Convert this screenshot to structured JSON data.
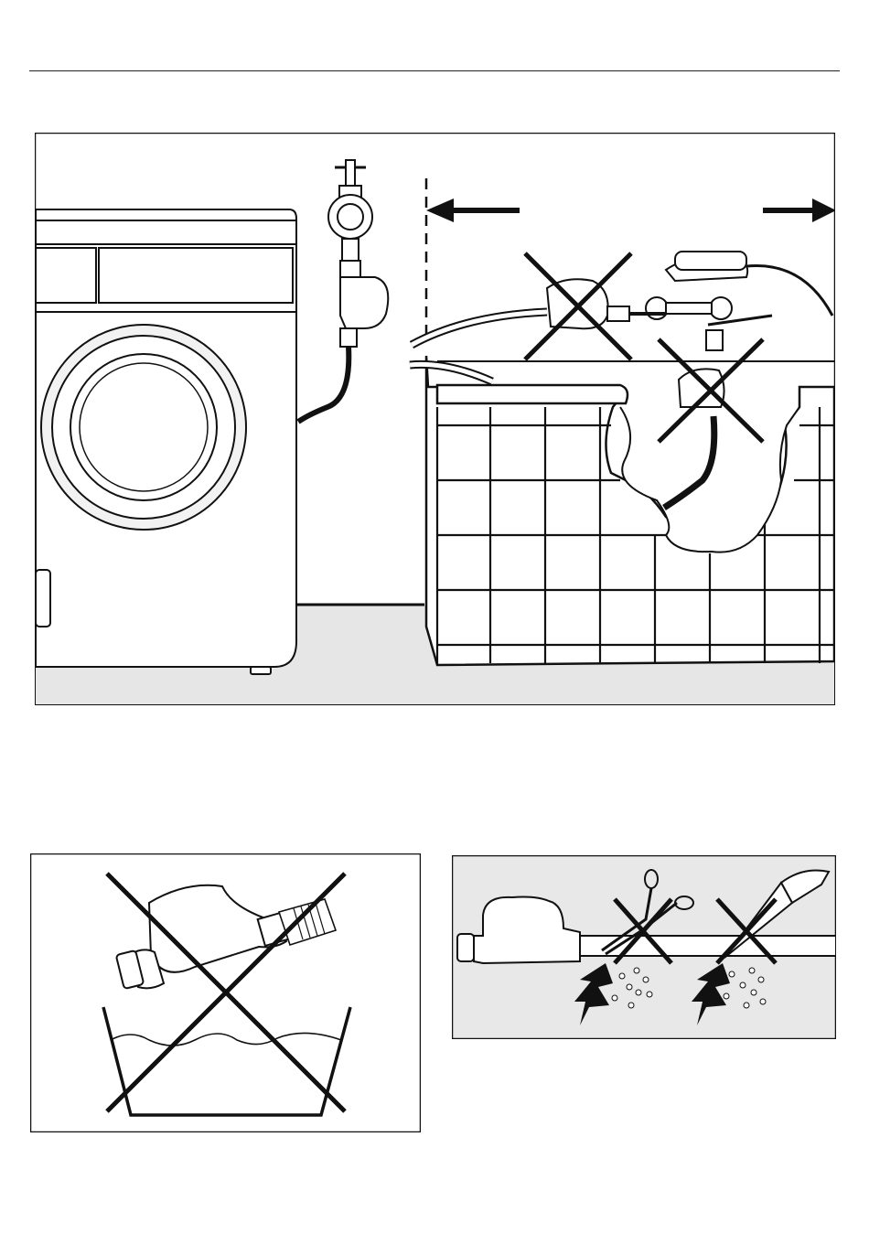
{
  "page": {
    "figures": [
      {
        "id": "main",
        "subject": "washing-machine-hose-connection"
      },
      {
        "id": "left",
        "subject": "water-proof-valve-submersion"
      },
      {
        "id": "right",
        "subject": "hose-cutting"
      }
    ]
  },
  "colors": {
    "line": "#111111",
    "floor": "#e6e6e6",
    "wall": "#ffffff",
    "panel_bg": "#e8e8e8"
  },
  "icons": [
    "prohibited-cross-icon",
    "arrow-left-icon",
    "arrow-right-icon",
    "electric-bolt-icon",
    "scissors-icon",
    "knife-icon"
  ]
}
